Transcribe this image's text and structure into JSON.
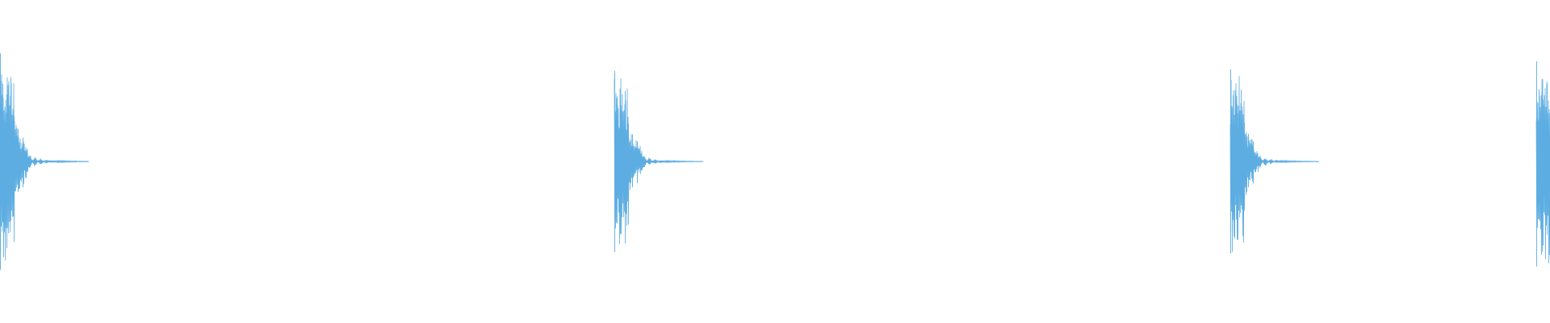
{
  "waveform": {
    "color": "#5dade2",
    "background": "#ffffff",
    "hits": [
      {
        "onset": 0.0,
        "peak_up": 0.67,
        "peak_down": 0.67
      },
      {
        "onset": 0.3965,
        "peak_up": 0.56,
        "peak_down": 0.56
      },
      {
        "onset": 0.7935,
        "peak_up": 0.57,
        "peak_down": 0.57
      },
      {
        "onset": 0.991,
        "peak_up": 0.62,
        "peak_down": 0.65
      }
    ]
  }
}
